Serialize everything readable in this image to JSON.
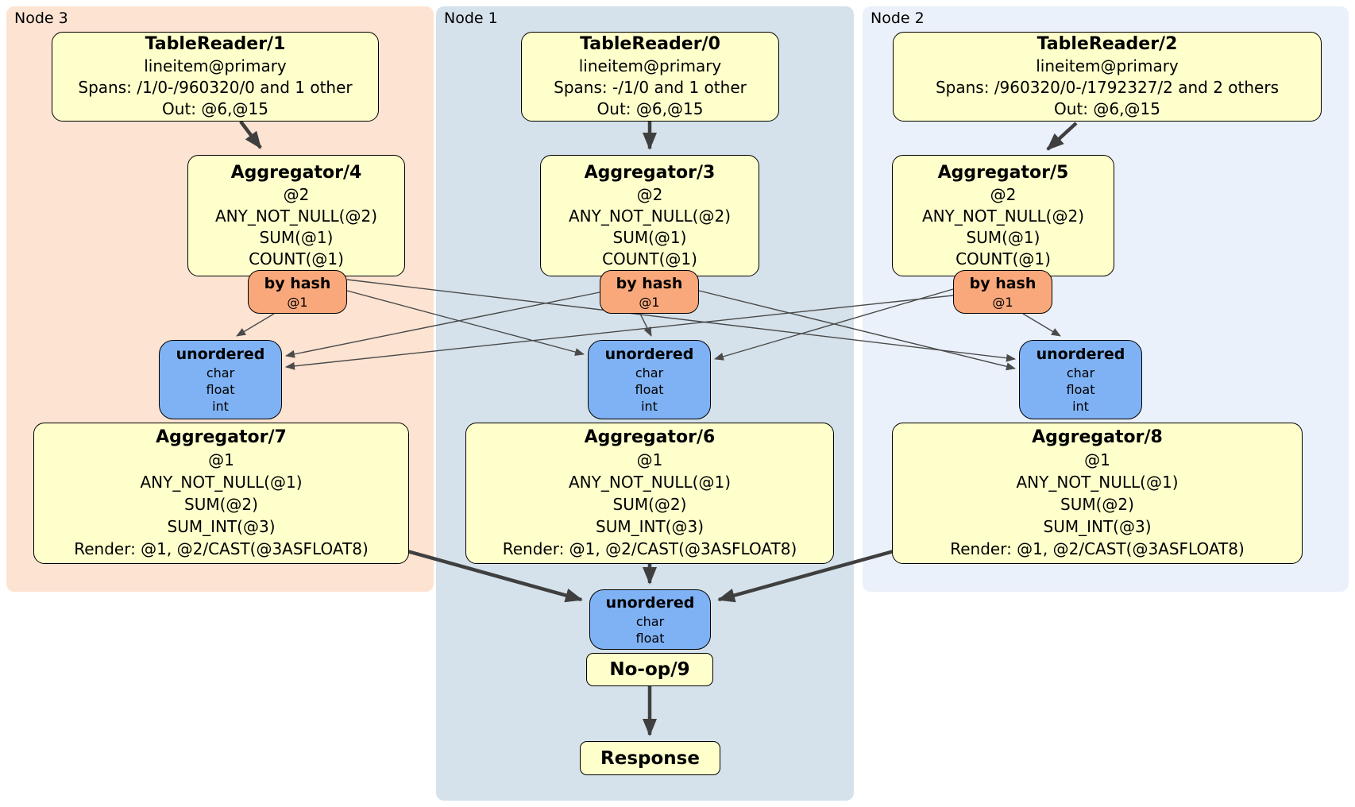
{
  "colors": {
    "panel_node3": "#fce3d2",
    "panel_node1": "#d5e2eb",
    "panel_node2": "#ebf1fa",
    "box_yellow": "#ffffcc",
    "box_orange": "#f9a87c",
    "box_blue": "#7fb2f4",
    "edge": "#3f3f3f"
  },
  "panels": [
    {
      "label": "Node 3"
    },
    {
      "label": "Node 1"
    },
    {
      "label": "Node 2"
    }
  ],
  "boxes": {
    "tr1": {
      "title": "TableReader/1",
      "lines": [
        "lineitem@primary",
        "Spans: /1/0-/960320/0 and 1 other",
        "Out: @6,@15"
      ]
    },
    "tr0": {
      "title": "TableReader/0",
      "lines": [
        "lineitem@primary",
        "Spans: -/1/0 and 1 other",
        "Out: @6,@15"
      ]
    },
    "tr2": {
      "title": "TableReader/2",
      "lines": [
        "lineitem@primary",
        "Spans: /960320/0-/1792327/2 and 2 others",
        "Out: @6,@15"
      ]
    },
    "agg4": {
      "title": "Aggregator/4",
      "lines": [
        "@2",
        "ANY_NOT_NULL(@2)",
        "SUM(@1)",
        "COUNT(@1)"
      ]
    },
    "agg3": {
      "title": "Aggregator/3",
      "lines": [
        "@2",
        "ANY_NOT_NULL(@2)",
        "SUM(@1)",
        "COUNT(@1)"
      ]
    },
    "agg5": {
      "title": "Aggregator/5",
      "lines": [
        "@2",
        "ANY_NOT_NULL(@2)",
        "SUM(@1)",
        "COUNT(@1)"
      ]
    },
    "byhash4": {
      "title": "by hash",
      "sub": "@1"
    },
    "byhash3": {
      "title": "by hash",
      "sub": "@1"
    },
    "byhash5": {
      "title": "by hash",
      "sub": "@1"
    },
    "unorderedL": {
      "title": "unordered",
      "lines": [
        "char",
        "float",
        "int"
      ]
    },
    "unorderedM": {
      "title": "unordered",
      "lines": [
        "char",
        "float",
        "int"
      ]
    },
    "unorderedR": {
      "title": "unordered",
      "lines": [
        "char",
        "float",
        "int"
      ]
    },
    "agg7": {
      "title": "Aggregator/7",
      "lines": [
        "@1",
        "ANY_NOT_NULL(@1)",
        "SUM(@2)",
        "SUM_INT(@3)",
        "Render: @1, @2/CAST(@3ASFLOAT8)"
      ]
    },
    "agg6": {
      "title": "Aggregator/6",
      "lines": [
        "@1",
        "ANY_NOT_NULL(@1)",
        "SUM(@2)",
        "SUM_INT(@3)",
        "Render: @1, @2/CAST(@3ASFLOAT8)"
      ]
    },
    "agg8": {
      "title": "Aggregator/8",
      "lines": [
        "@1",
        "ANY_NOT_NULL(@1)",
        "SUM(@2)",
        "SUM_INT(@3)",
        "Render: @1, @2/CAST(@3ASFLOAT8)"
      ]
    },
    "unorderedF": {
      "title": "unordered",
      "lines": [
        "char",
        "float"
      ]
    },
    "noop": {
      "title": "No-op/9"
    },
    "response": {
      "title": "Response"
    }
  }
}
